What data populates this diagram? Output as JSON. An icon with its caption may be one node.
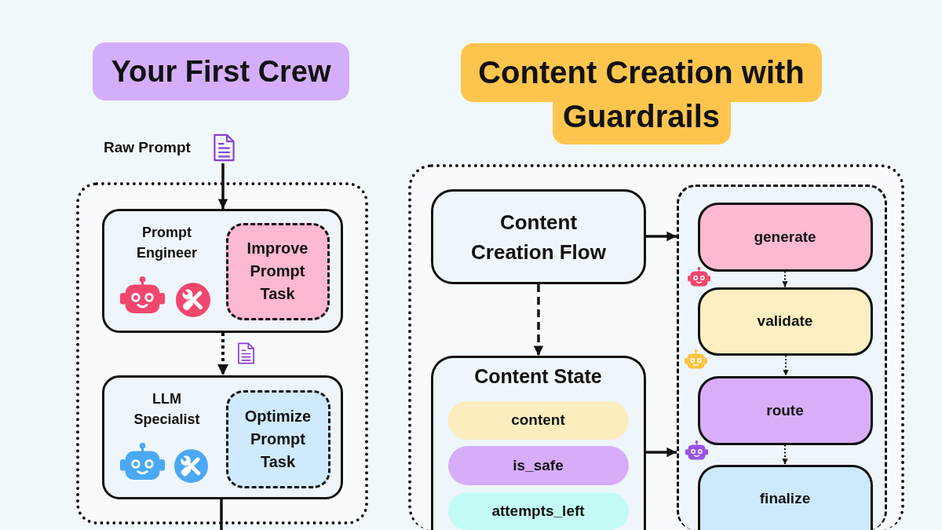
{
  "diagram": {
    "nodes": [
      {
        "text": [
          "Your First Crew"
        ]
      },
      {
        "text": [
          "Content Creation with Guardrails"
        ]
      },
      {
        "text": [
          "Raw Prompt"
        ]
      },
      {
        "text": [],
        "shape": "box"
      },
      {
        "text": [
          "Prompt Engineer"
        ],
        "in": 3
      },
      {
        "text": [
          "Improve Prompt Task"
        ],
        "in": 4
      },
      {
        "text": [
          "LLM Specialist"
        ],
        "in": 3
      },
      {
        "text": [
          "Optimize Prompt Task"
        ],
        "in": 6
      },
      {
        "text": [],
        "shape": "box"
      },
      {
        "text": [
          "Content Creation Flow"
        ],
        "in": 8
      },
      {
        "text": [
          "Content State"
        ],
        "in": 8
      },
      {
        "text": [
          "content"
        ],
        "in": 10
      },
      {
        "text": [
          "is_safe"
        ],
        "in": 10
      },
      {
        "text": [
          "attempts_left"
        ],
        "in": 10
      },
      {
        "text": [],
        "shape": "box",
        "in": 8
      },
      {
        "text": [
          "generate"
        ],
        "in": 14
      },
      {
        "text": [
          "validate"
        ],
        "in": 14
      },
      {
        "text": [
          "route"
        ],
        "in": 14
      },
      {
        "text": [
          "finalize"
        ],
        "in": 14
      }
    ],
    "edges": [
      {
        "from": 2,
        "to": 4,
        "arrow": "to"
      },
      {
        "from": 4,
        "to": 6,
        "arrow": "to",
        "style": "dashed"
      },
      {
        "from": 6,
        "to": null,
        "arrow": "none"
      },
      {
        "from": 9,
        "to": 14,
        "arrow": "to"
      },
      {
        "from": 9,
        "to": 10,
        "arrow": "to",
        "style": "dashed"
      },
      {
        "from": 10,
        "to": 14,
        "arrow": "to"
      },
      {
        "from": 15,
        "to": 16,
        "arrow": "to",
        "style": "dashed"
      },
      {
        "from": 16,
        "to": 17,
        "arrow": "to",
        "style": "dashed"
      },
      {
        "from": 17,
        "to": 18,
        "arrow": "to",
        "style": "dashed"
      }
    ]
  }
}
